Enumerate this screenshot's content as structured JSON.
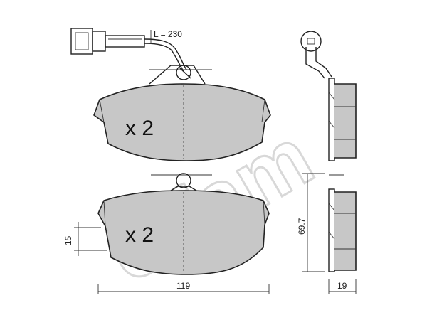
{
  "watermark": {
    "text": "cifam"
  },
  "sensor": {
    "length_label": "L = 230"
  },
  "upper_pad": {
    "quantity": "x 2"
  },
  "lower_pad": {
    "quantity": "x 2"
  },
  "dimensions": {
    "width": "119",
    "height": "69.7",
    "thickness": "19",
    "sensor_offset": "15"
  },
  "colors": {
    "pad_fill": "#c7c7c7",
    "line": "#222222",
    "watermark": "#d8d8d8"
  }
}
